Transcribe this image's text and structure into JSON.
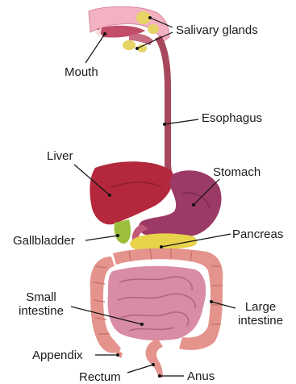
{
  "labels": {
    "salivary_glands": "Salivary glands",
    "mouth": "Mouth",
    "esophagus": "Esophagus",
    "liver": "Liver",
    "stomach": "Stomach",
    "gallbladder": "Gallbladder",
    "pancreas": "Pancreas",
    "small_intestine_line1": "Small",
    "small_intestine_line2": "intestine",
    "large_intestine_line1": "Large",
    "large_intestine_line2": "intestine",
    "appendix": "Appendix",
    "anus": "Anus",
    "rectum": "Rectum"
  },
  "colors": {
    "organ_maroon": "#a8485c",
    "liver_red": "#b3283c",
    "stomach_purple": "#9b3a66",
    "intestine_pink": "#e4948c",
    "small_intestine_pink": "#d88ca6",
    "pancreas_yellow": "#e8d24a",
    "gallbladder_green": "#9bbf3c",
    "mouth_pink": "#f2b2c2",
    "gland_yellow": "#e6d466"
  }
}
